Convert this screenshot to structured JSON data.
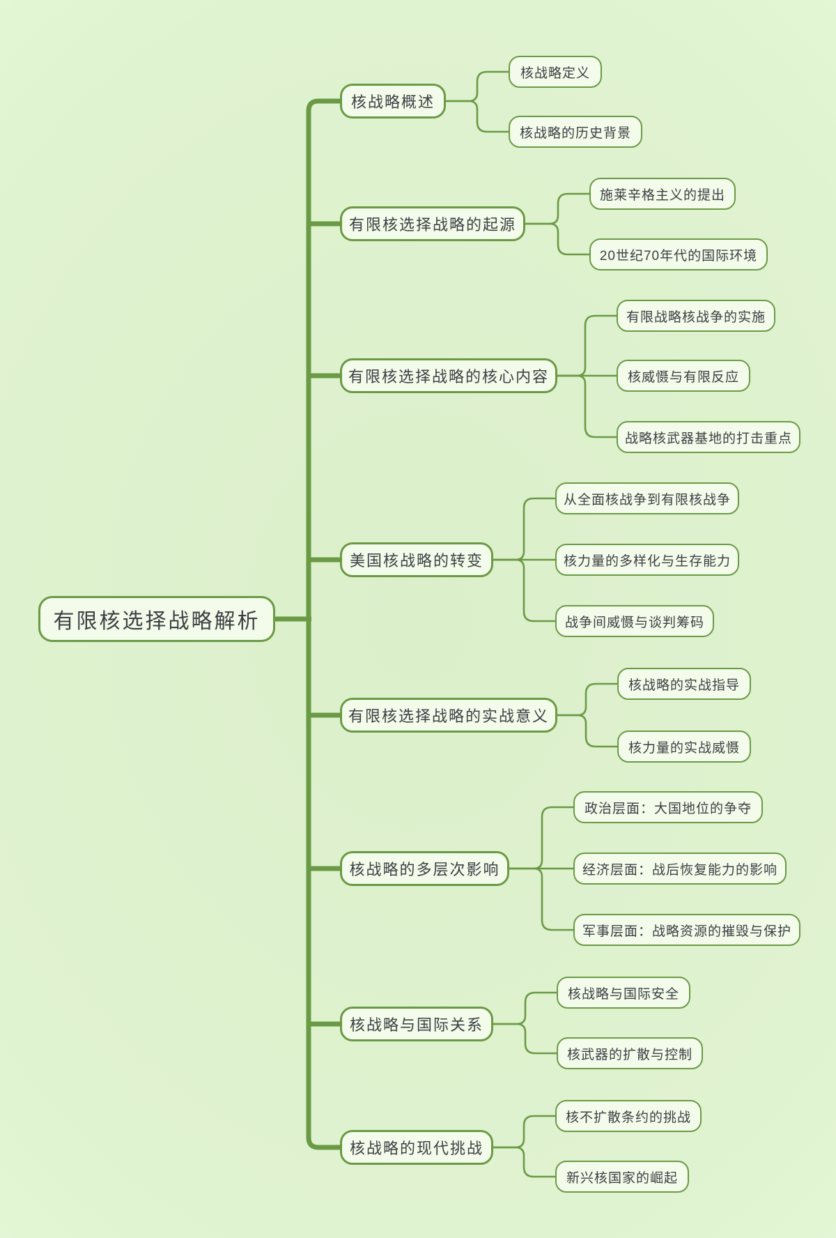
{
  "title": "有限核选择战略解析",
  "colors": {
    "background": "#e2f4d0",
    "node_fill": "#f3fbea",
    "node_border": "#6a9a45",
    "connector": "#6a9a45",
    "text": "#3d4044"
  },
  "mindmap": {
    "root": {
      "label": "有限核选择战略解析"
    },
    "branches": [
      {
        "label": "核战略概述",
        "children": [
          {
            "label": "核战略定义"
          },
          {
            "label": "核战略的历史背景"
          }
        ]
      },
      {
        "label": "有限核选择战略的起源",
        "children": [
          {
            "label": "施莱辛格主义的提出"
          },
          {
            "label": "20世纪70年代的国际环境"
          }
        ]
      },
      {
        "label": "有限核选择战略的核心内容",
        "children": [
          {
            "label": "有限战略核战争的实施"
          },
          {
            "label": "核威慑与有限反应"
          },
          {
            "label": "战略核武器基地的打击重点"
          }
        ]
      },
      {
        "label": "美国核战略的转变",
        "children": [
          {
            "label": "从全面核战争到有限核战争"
          },
          {
            "label": "核力量的多样化与生存能力"
          },
          {
            "label": "战争间威慑与谈判筹码"
          }
        ]
      },
      {
        "label": "有限核选择战略的实战意义",
        "children": [
          {
            "label": "核战略的实战指导"
          },
          {
            "label": "核力量的实战威慑"
          }
        ]
      },
      {
        "label": "核战略的多层次影响",
        "children": [
          {
            "label": "政治层面：大国地位的争夺"
          },
          {
            "label": "经济层面：战后恢复能力的影响"
          },
          {
            "label": "军事层面：战略资源的摧毁与保护"
          }
        ]
      },
      {
        "label": "核战略与国际关系",
        "children": [
          {
            "label": "核战略与国际安全"
          },
          {
            "label": "核武器的扩散与控制"
          }
        ]
      },
      {
        "label": "核战略的现代挑战",
        "children": [
          {
            "label": "核不扩散条约的挑战"
          },
          {
            "label": "新兴核国家的崛起"
          }
        ]
      }
    ]
  }
}
